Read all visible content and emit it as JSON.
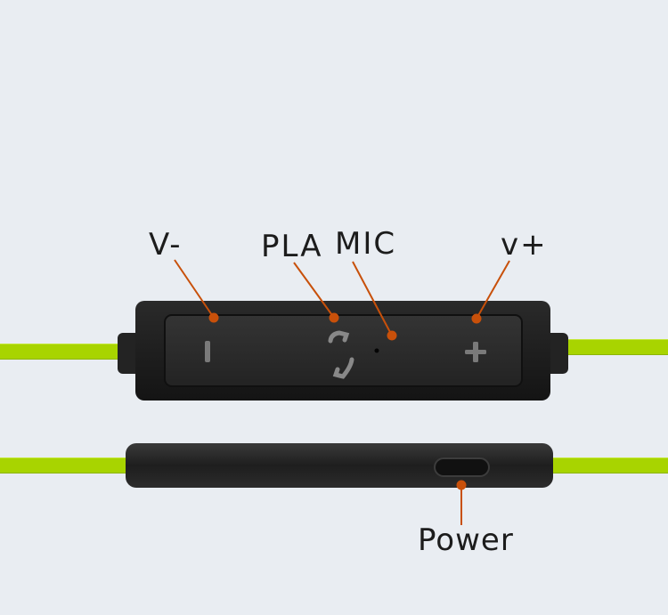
{
  "labels": {
    "vol_down": "V-",
    "play": "PLA",
    "mic": "MIC",
    "vol_up": "v+",
    "power": "Power"
  },
  "colors": {
    "background": "#e9edf2",
    "wire": "#a8d400",
    "leader_line": "#c8500a",
    "remote_body": "#1d1d1d",
    "button_panel": "#2c2c2c",
    "button_glyph": "#7a7a7a"
  },
  "icons": [
    "minus-icon",
    "phone-icon",
    "plus-icon"
  ]
}
